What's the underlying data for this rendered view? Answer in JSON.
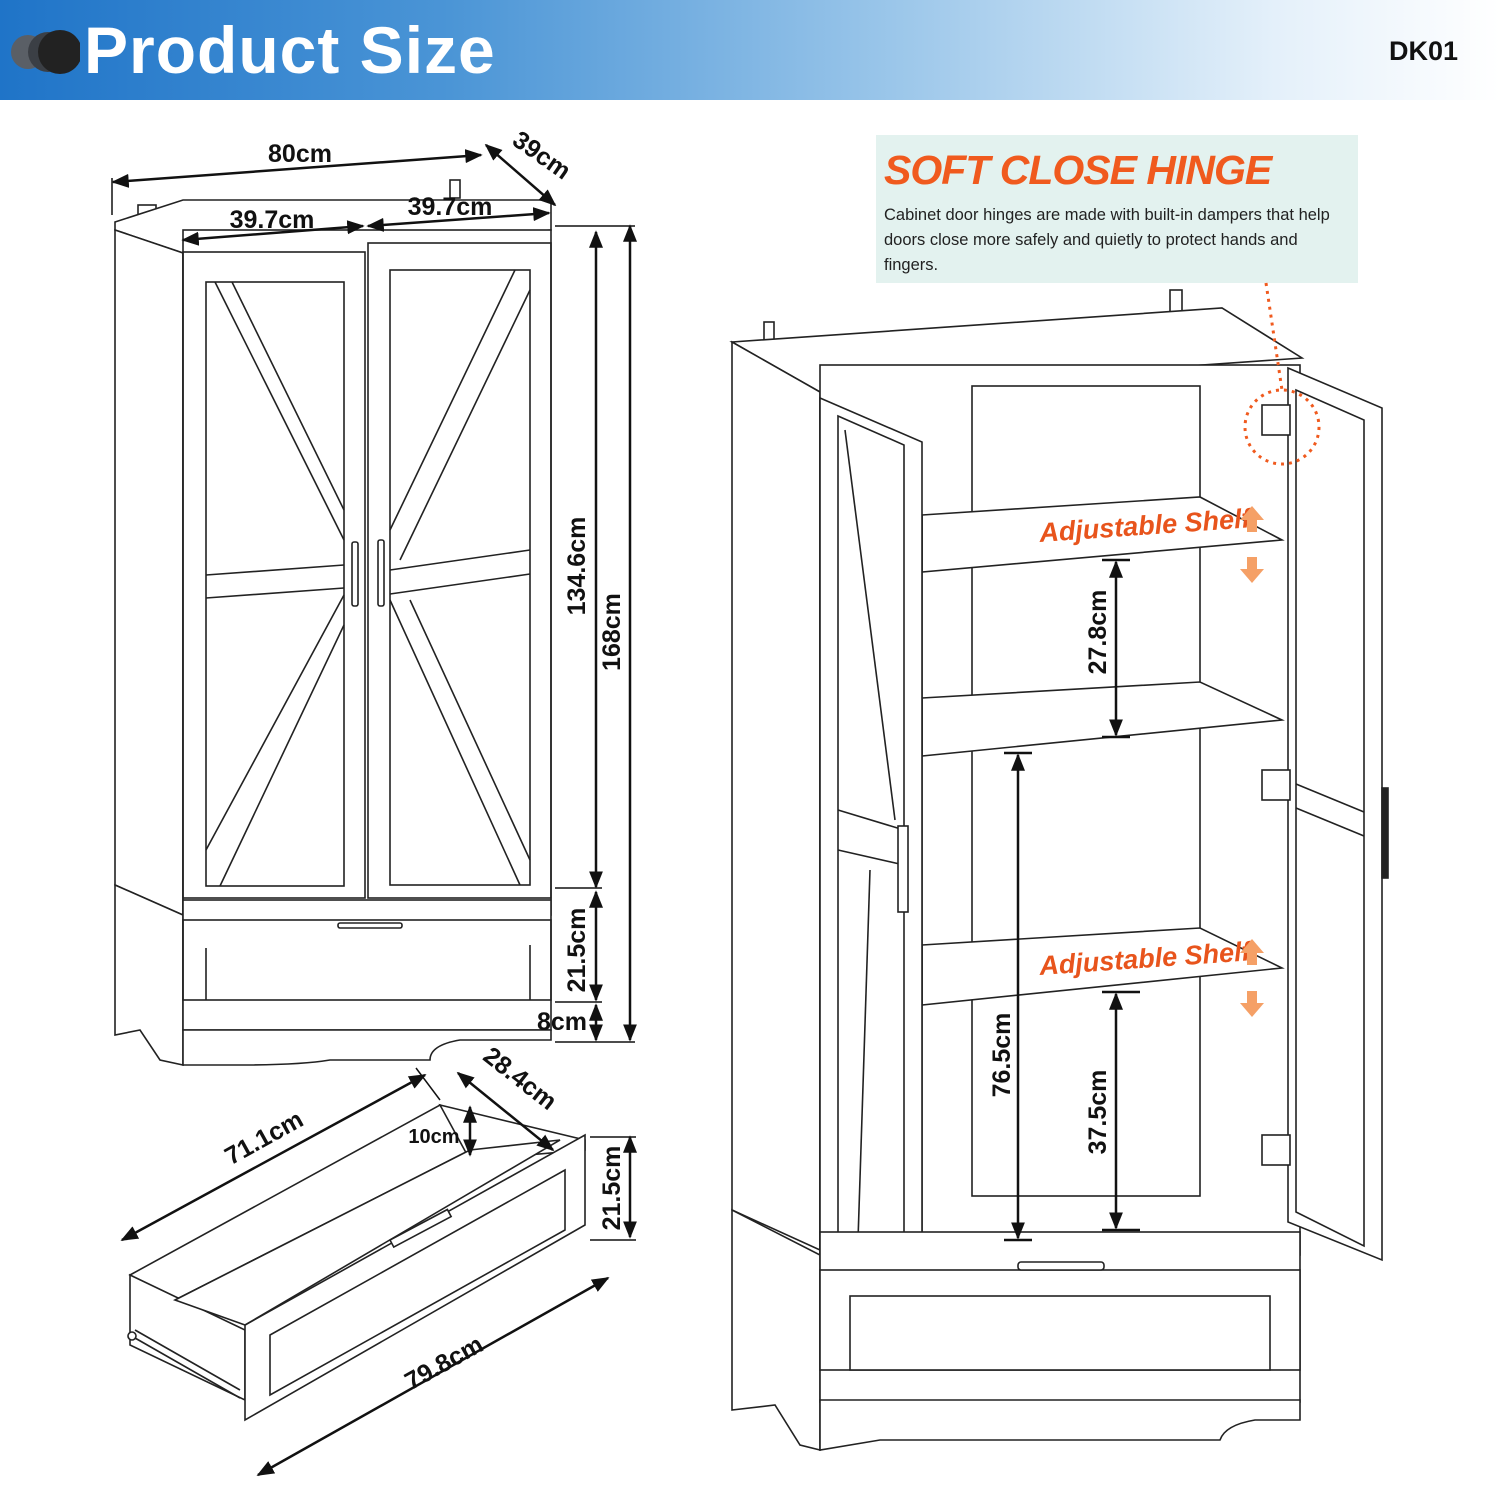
{
  "header": {
    "title": "Product Size",
    "model_code": "DK01"
  },
  "callout": {
    "title": "SOFT CLOSE HINGE",
    "body": "Cabinet door hinges are made with built-in dampers that help doors close more safely and quietly to protect hands and fingers."
  },
  "front_view": {
    "width": "80cm",
    "depth": "39cm",
    "door_left_width": "39.7cm",
    "door_right_width": "39.7cm",
    "door_height": "134.6cm",
    "total_height": "168cm",
    "drawer_height": "21.5cm",
    "base_height": "8cm"
  },
  "drawer_view": {
    "inner_length": "71.1cm",
    "inner_depth": "28.4cm",
    "inner_height": "10cm",
    "front_height": "21.5cm",
    "front_length": "79.8cm"
  },
  "open_view": {
    "shelf_label_top": "Adjustable Shelf",
    "shelf_label_bottom": "Adjustable Shelf",
    "upper_gap": "27.8cm",
    "middle_height": "76.5cm",
    "lower_gap": "37.5cm"
  },
  "colors": {
    "accent": "#f05a1e",
    "header_blue": "#1f74c8",
    "callout_bg": "#e3f2ef"
  }
}
